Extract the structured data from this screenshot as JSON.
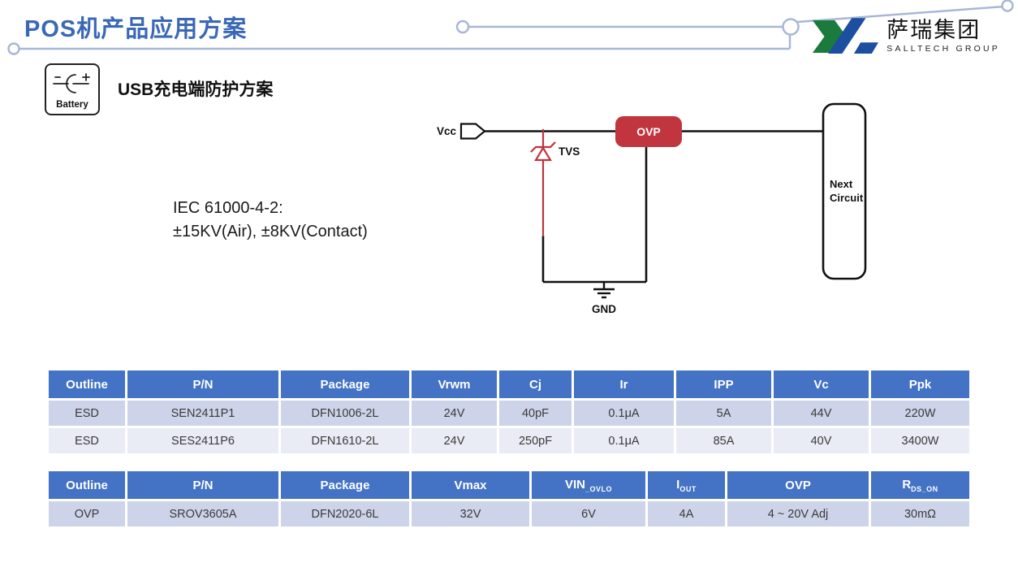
{
  "slide": {
    "title": "POS机产品应用方案",
    "heading": "USB充电端防护方案",
    "battery_label": "Battery",
    "iec_line1": "IEC 61000-4-2:",
    "iec_line2": "±15KV(Air), ±8KV(Contact)"
  },
  "logo": {
    "name_cn": "萨瑞集团",
    "name_en": "SALLTECH GROUP",
    "mark_green": "#1b7b3d",
    "mark_blue": "#1c4f9f"
  },
  "diagram": {
    "vcc_label": "Vcc",
    "tvs_label": "TVS",
    "ovp_label": "OVP",
    "gnd_label": "GND",
    "next_circuit": [
      "Next",
      "Circuit"
    ],
    "ovp_color": "#c0353e",
    "tvs_color": "#c2333c",
    "wire_color": "#111111"
  },
  "colors": {
    "header_blue": "#4472c4",
    "band_dark": "#cdd4e9",
    "band_light": "#e9ebf5",
    "title_blue": "#3a68b6",
    "trace_line": "#a9b6d8"
  },
  "tables": [
    {
      "name": "esd-spec-table",
      "headers": [
        {
          "t": "Outline"
        },
        {
          "t": "P/N"
        },
        {
          "t": "Package"
        },
        {
          "t": "Vrwm"
        },
        {
          "t": "Cj"
        },
        {
          "t": "Ir"
        },
        {
          "t": "IPP"
        },
        {
          "t": "Vc"
        },
        {
          "t": "Ppk"
        }
      ],
      "rows": [
        [
          "ESD",
          "SEN2411P1",
          "DFN1006-2L",
          "24V",
          "40pF",
          "0.1μA",
          "5A",
          "44V",
          "220W"
        ],
        [
          "ESD",
          "SES2411P6",
          "DFN1610-2L",
          "24V",
          "250pF",
          "0.1μA",
          "85A",
          "40V",
          "3400W"
        ]
      ]
    },
    {
      "name": "ovp-spec-table",
      "headers": [
        {
          "t": "Outline"
        },
        {
          "t": "P/N"
        },
        {
          "t": "Package"
        },
        {
          "t": "Vmax"
        },
        {
          "t": "VIN",
          "sub": "_OVLO"
        },
        {
          "t": "I",
          "sub": "OUT"
        },
        {
          "t": "OVP"
        },
        {
          "t": "R",
          "sub": "DS_ON"
        }
      ],
      "rows": [
        [
          "OVP",
          "SROV3605A",
          "DFN2020-6L",
          "32V",
          "6V",
          "4A",
          "4 ~ 20V Adj",
          "30mΩ"
        ]
      ]
    }
  ]
}
